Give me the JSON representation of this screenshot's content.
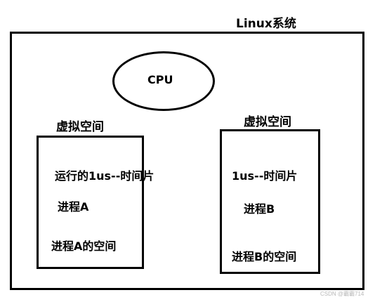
{
  "system": {
    "title": "Linux系统"
  },
  "cpu": {
    "label": "CPU"
  },
  "process_a": {
    "space_title": "虚拟空间",
    "time_slice": "运行的1us--时间片",
    "name": "进程A",
    "space": "进程A的空间"
  },
  "process_b": {
    "space_title": "虚拟空间",
    "time_slice": "1us--时间片",
    "name": "进程B",
    "space": "进程B的空间"
  },
  "watermark": "CSDN @霸霸714"
}
